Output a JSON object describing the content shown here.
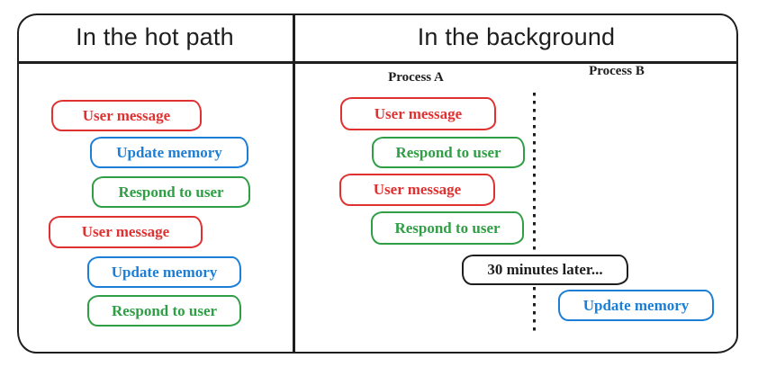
{
  "diagram": {
    "colors": {
      "red": "#e03131",
      "blue": "#1c7ed6",
      "green": "#2f9e44",
      "ink": "#1e1e1e"
    },
    "panels": {
      "hot_path": {
        "title": "In the hot path",
        "steps": [
          {
            "label": "User message",
            "color": "red"
          },
          {
            "label": "Update memory",
            "color": "blue"
          },
          {
            "label": "Respond to user",
            "color": "green"
          },
          {
            "label": "User message",
            "color": "red"
          },
          {
            "label": "Update memory",
            "color": "blue"
          },
          {
            "label": "Respond to user",
            "color": "green"
          }
        ]
      },
      "background": {
        "title": "In the background",
        "process_a_label": "Process A",
        "process_b_label": "Process B",
        "process_a_steps": [
          {
            "label": "User message",
            "color": "red"
          },
          {
            "label": "Respond to user",
            "color": "green"
          },
          {
            "label": "User message",
            "color": "red"
          },
          {
            "label": "Respond to user",
            "color": "green"
          }
        ],
        "interlude_label": "30 minutes later...",
        "process_b_steps": [
          {
            "label": "Update memory",
            "color": "blue"
          }
        ]
      }
    }
  }
}
